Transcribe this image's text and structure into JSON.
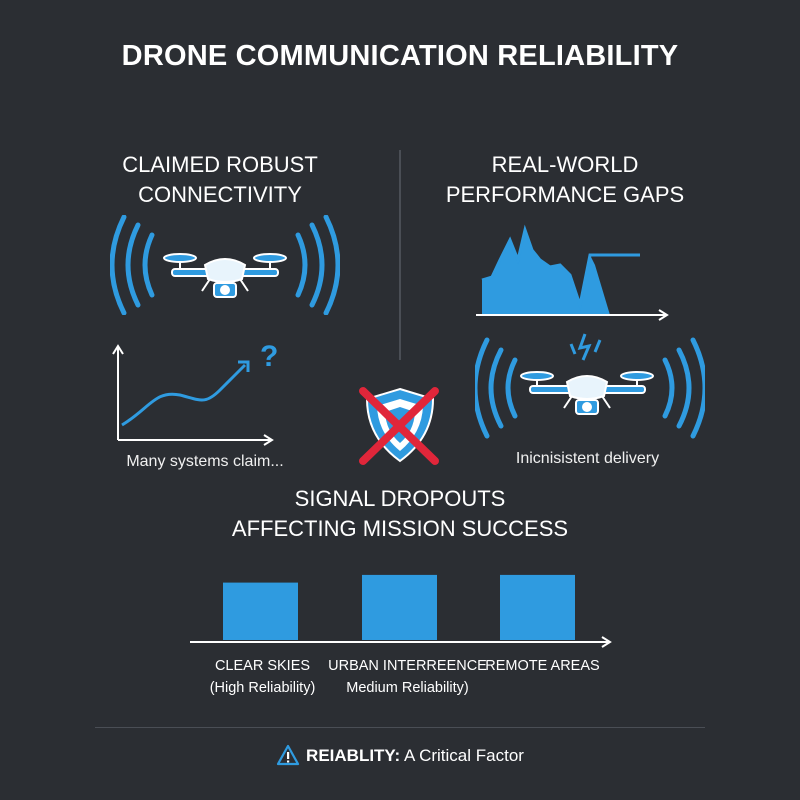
{
  "title": "DRONE COMMUNICATION RELIABILITY",
  "left_panel": {
    "heading_line1": "CLAIMED ROBUST",
    "heading_line2": "CONNECTIVITY",
    "caption": "Many systems claim...",
    "chart_mark": "?"
  },
  "right_panel": {
    "heading_line1": "REAL-WORLD",
    "heading_line2": "PERFORMANCE GAPS",
    "caption": "Inicnisistent delivery"
  },
  "center": {
    "heading_line1": "SIGNAL DROPOUTS",
    "heading_line2": "AFFECTING MISSION SUCCESS"
  },
  "bars": [
    {
      "label": "CLEAR SKIES",
      "sublabel": "(High Reliability)",
      "value": 0.82
    },
    {
      "label": "URBAN INTERREENCE",
      "sublabel": "Medium Reliability)",
      "value": 0.93
    },
    {
      "label": "REMOTE AREAS",
      "sublabel": "",
      "value": 0.93
    }
  ],
  "footer": {
    "bold": "REIABLITY:",
    "rest": " A Critical Factor"
  },
  "colors": {
    "background": "#2b2e33",
    "accent": "#2f9be0",
    "danger": "#e0263a",
    "text": "#ffffff"
  },
  "icons": [
    "drone-icon",
    "signal-waves-icon",
    "shield-x-icon",
    "warning-icon",
    "broken-signal-icon"
  ]
}
